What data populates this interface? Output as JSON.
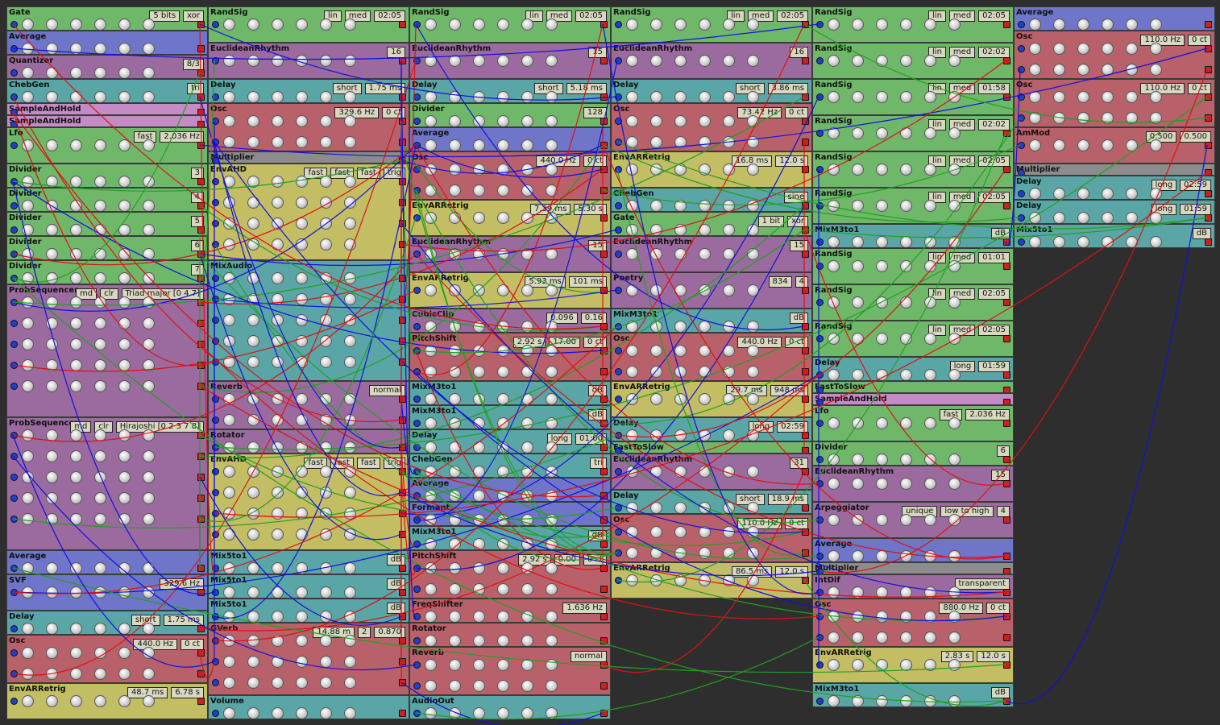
{
  "colors": {
    "green": "#6fb86a",
    "blue": "#6f76c9",
    "purple": "#9b6b9f",
    "teal": "#5aa6a6",
    "olive": "#c3bd63",
    "red": "#b8616a",
    "gray": "#8c8c8c",
    "pink": "#c48bc6",
    "cable_red": "#e01010",
    "cable_blue": "#1010e0",
    "cable_green": "#20a020"
  },
  "columns": [
    {
      "modules": [
        {
          "title": "Gate",
          "color": "green",
          "h": 30,
          "vals": [
            "5 bits",
            "xor"
          ]
        },
        {
          "title": "Average",
          "color": "blue",
          "h": 30,
          "vals": []
        },
        {
          "title": "Quantizer",
          "color": "purple",
          "h": 30,
          "vals": [
            "8/3"
          ]
        },
        {
          "title": "ChebGen",
          "color": "teal",
          "h": 30,
          "vals": [
            "tri"
          ]
        },
        {
          "title": "SampleAndHold",
          "color": "pink",
          "h": 15,
          "vals": []
        },
        {
          "title": "SampleAndHold",
          "color": "pink",
          "h": 15,
          "vals": []
        },
        {
          "title": "Lfo",
          "color": "green",
          "h": 45,
          "vals": [
            "fast",
            "2.036 Hz"
          ]
        },
        {
          "title": "Divider",
          "color": "green",
          "h": 30,
          "vals": [
            "3"
          ]
        },
        {
          "title": "Divider",
          "color": "green",
          "h": 30,
          "vals": [
            "4"
          ]
        },
        {
          "title": "Divider",
          "color": "green",
          "h": 30,
          "vals": [
            "5"
          ]
        },
        {
          "title": "Divider",
          "color": "green",
          "h": 30,
          "vals": [
            "6"
          ]
        },
        {
          "title": "Divider",
          "color": "green",
          "h": 30,
          "vals": [
            "7"
          ]
        },
        {
          "title": "ProbSequencer",
          "color": "purple",
          "h": 165,
          "vals": [
            "md",
            "clr",
            "Triad major [0 4 7]"
          ]
        },
        {
          "title": "ProbSequencer",
          "color": "purple",
          "h": 165,
          "vals": [
            "md",
            "clr",
            "Hirajoshi [0 2 3 7 8]"
          ]
        },
        {
          "title": "Average",
          "color": "blue",
          "h": 30,
          "vals": []
        },
        {
          "title": "SVF",
          "color": "blue",
          "h": 45,
          "vals": [
            "329.6 Hz"
          ]
        },
        {
          "title": "Delay",
          "color": "teal",
          "h": 30,
          "vals": [
            "short",
            "1.75 ms"
          ]
        },
        {
          "title": "Osc",
          "color": "red",
          "h": 60,
          "vals": [
            "440.0 Hz",
            "0 ct"
          ]
        },
        {
          "title": "EnvARRetrig",
          "color": "olive",
          "h": 45,
          "vals": [
            "48.7 ms",
            "6.78 s"
          ]
        }
      ]
    },
    {
      "modules": [
        {
          "title": "RandSig",
          "color": "green",
          "h": 45,
          "vals": [
            "lin",
            "med",
            "02:05"
          ]
        },
        {
          "title": "EuclideanRhythm",
          "color": "purple",
          "h": 45,
          "vals": [
            "16"
          ]
        },
        {
          "title": "Delay",
          "color": "teal",
          "h": 30,
          "vals": [
            "short",
            "1.75 ms"
          ]
        },
        {
          "title": "Osc",
          "color": "red",
          "h": 60,
          "vals": [
            "329.6 Hz",
            "0 ct"
          ]
        },
        {
          "title": "Multiplier",
          "color": "gray",
          "h": 15,
          "vals": []
        },
        {
          "title": "EnvAHD",
          "color": "olive",
          "h": 120,
          "vals": [
            "fast",
            "fast",
            "fast",
            "trig"
          ]
        },
        {
          "title": "MixAudio",
          "color": "teal",
          "h": 150,
          "vals": []
        },
        {
          "title": "Reverb",
          "color": "purple",
          "h": 60,
          "vals": [
            "normal"
          ]
        },
        {
          "title": "Rotator",
          "color": "purple",
          "h": 30,
          "vals": []
        },
        {
          "title": "EnvAHD",
          "color": "olive",
          "h": 120,
          "vals": [
            "fast",
            "fast",
            "fast",
            "trig"
          ]
        },
        {
          "title": "Mix5to1",
          "color": "teal",
          "h": 30,
          "vals": [
            "dB"
          ]
        },
        {
          "title": "Mix5to1",
          "color": "teal",
          "h": 30,
          "vals": [
            "dB"
          ]
        },
        {
          "title": "Mix5to1",
          "color": "teal",
          "h": 30,
          "vals": [
            "dB"
          ]
        },
        {
          "title": "GVerb",
          "color": "red",
          "h": 90,
          "vals": [
            "14.88 m",
            "2",
            "0.870"
          ]
        },
        {
          "title": "Volume",
          "color": "teal",
          "h": 30,
          "vals": []
        }
      ]
    },
    {
      "modules": [
        {
          "title": "RandSig",
          "color": "green",
          "h": 45,
          "vals": [
            "lin",
            "med",
            "02:05"
          ]
        },
        {
          "title": "EuclideanRhythm",
          "color": "purple",
          "h": 45,
          "vals": [
            "15"
          ]
        },
        {
          "title": "Delay",
          "color": "teal",
          "h": 30,
          "vals": [
            "short",
            "5.18 ms"
          ]
        },
        {
          "title": "Divider",
          "color": "green",
          "h": 30,
          "vals": [
            "128"
          ]
        },
        {
          "title": "Average",
          "color": "blue",
          "h": 30,
          "vals": []
        },
        {
          "title": "Osc",
          "color": "red",
          "h": 60,
          "vals": [
            "440.0 Hz",
            "0 ct"
          ]
        },
        {
          "title": "EnvARRetrig",
          "color": "olive",
          "h": 45,
          "vals": [
            "7.39 ms",
            "5.30 s"
          ]
        },
        {
          "title": "EuclideanRhythm",
          "color": "purple",
          "h": 45,
          "vals": [
            "15"
          ]
        },
        {
          "title": "EnvARRetrig",
          "color": "olive",
          "h": 45,
          "vals": [
            "5.93 ms",
            "101 ms"
          ]
        },
        {
          "title": "CubicClip",
          "color": "purple",
          "h": 30,
          "vals": [
            "0.096",
            "0.16"
          ]
        },
        {
          "title": "PitchShift",
          "color": "red",
          "h": 60,
          "vals": [
            "2.92 s",
            "17.00",
            "0 ct"
          ]
        },
        {
          "title": "MixM3to1",
          "color": "teal",
          "h": 30,
          "vals": [
            "dB"
          ]
        },
        {
          "title": "MixM3to1",
          "color": "teal",
          "h": 30,
          "vals": [
            "dB"
          ]
        },
        {
          "title": "Delay",
          "color": "teal",
          "h": 30,
          "vals": [
            "long",
            "01:00"
          ]
        },
        {
          "title": "ChebGen",
          "color": "teal",
          "h": 30,
          "vals": [
            "tri"
          ]
        },
        {
          "title": "Average",
          "color": "blue",
          "h": 30,
          "vals": []
        },
        {
          "title": "Formant",
          "color": "blue",
          "h": 30,
          "vals": []
        },
        {
          "title": "MixM3to1",
          "color": "teal",
          "h": 30,
          "vals": [
            "dB"
          ]
        },
        {
          "title": "PitchShift",
          "color": "red",
          "h": 60,
          "vals": [
            "2.92 s",
            "0.00",
            "0 ct"
          ]
        },
        {
          "title": "FreqShifter",
          "color": "red",
          "h": 30,
          "vals": [
            "1.636 Hz"
          ]
        },
        {
          "title": "Rotator",
          "color": "red",
          "h": 30,
          "vals": []
        },
        {
          "title": "Reverb",
          "color": "red",
          "h": 60,
          "vals": [
            "normal"
          ]
        },
        {
          "title": "AudioOut",
          "color": "teal",
          "h": 30,
          "vals": []
        }
      ]
    },
    {
      "modules": [
        {
          "title": "RandSig",
          "color": "green",
          "h": 45,
          "vals": [
            "lin",
            "med",
            "02:05"
          ]
        },
        {
          "title": "EuclideanRhythm",
          "color": "purple",
          "h": 45,
          "vals": [
            "16"
          ]
        },
        {
          "title": "Delay",
          "color": "teal",
          "h": 30,
          "vals": [
            "short",
            "3.86 ms"
          ]
        },
        {
          "title": "Osc",
          "color": "red",
          "h": 60,
          "vals": [
            "73.42 Hz",
            "0 ct"
          ]
        },
        {
          "title": "EnvARRetrig",
          "color": "olive",
          "h": 45,
          "vals": [
            "16.8 ms",
            "12.0 s"
          ]
        },
        {
          "title": "ChebGen",
          "color": "teal",
          "h": 30,
          "vals": [
            "sine"
          ]
        },
        {
          "title": "Gate",
          "color": "green",
          "h": 30,
          "vals": [
            "1 bit",
            "xor"
          ]
        },
        {
          "title": "EuclideanRhythm",
          "color": "purple",
          "h": 45,
          "vals": [
            "15"
          ]
        },
        {
          "title": "Poetry",
          "color": "purple",
          "h": 45,
          "vals": [
            "834",
            "4"
          ]
        },
        {
          "title": "MixM3to1",
          "color": "teal",
          "h": 30,
          "vals": [
            "dB"
          ]
        },
        {
          "title": "Osc",
          "color": "red",
          "h": 60,
          "vals": [
            "440.0 Hz",
            "0 ct"
          ]
        },
        {
          "title": "EnvARRetrig",
          "color": "olive",
          "h": 45,
          "vals": [
            "29.7 ms",
            "948 ms"
          ]
        },
        {
          "title": "Delay",
          "color": "teal",
          "h": 30,
          "vals": [
            "long",
            "02:59"
          ]
        },
        {
          "title": "FastToSlow",
          "color": "green",
          "h": 15,
          "vals": []
        },
        {
          "title": "EuclideanRhythm",
          "color": "purple",
          "h": 45,
          "vals": [
            "31"
          ]
        },
        {
          "title": "Delay",
          "color": "teal",
          "h": 30,
          "vals": [
            "short",
            "18.9 ms"
          ]
        },
        {
          "title": "Osc",
          "color": "red",
          "h": 60,
          "vals": [
            "110.0 Hz",
            "0 ct"
          ]
        },
        {
          "title": "EnvARRetrig",
          "color": "olive",
          "h": 45,
          "vals": [
            "86.5 ms",
            "12.0 s"
          ]
        }
      ]
    },
    {
      "modules": [
        {
          "title": "RandSig",
          "color": "green",
          "h": 45,
          "vals": [
            "lin",
            "med",
            "02:05"
          ]
        },
        {
          "title": "RandSig",
          "color": "green",
          "h": 45,
          "vals": [
            "lin",
            "med",
            "02:02"
          ]
        },
        {
          "title": "RandSig",
          "color": "green",
          "h": 45,
          "vals": [
            "lin",
            "med",
            "01:58"
          ]
        },
        {
          "title": "RandSig",
          "color": "green",
          "h": 45,
          "vals": [
            "lin",
            "med",
            "02:02"
          ]
        },
        {
          "title": "RandSig",
          "color": "green",
          "h": 45,
          "vals": [
            "lin",
            "med",
            "02:05"
          ]
        },
        {
          "title": "RandSig",
          "color": "green",
          "h": 45,
          "vals": [
            "lin",
            "med",
            "02:05"
          ]
        },
        {
          "title": "MixM3to1",
          "color": "teal",
          "h": 30,
          "vals": [
            "dB"
          ]
        },
        {
          "title": "RandSig",
          "color": "green",
          "h": 45,
          "vals": [
            "lin",
            "med",
            "01:01"
          ]
        },
        {
          "title": "RandSig",
          "color": "green",
          "h": 45,
          "vals": [
            "lin",
            "med",
            "02:05"
          ]
        },
        {
          "title": "RandSig",
          "color": "green",
          "h": 45,
          "vals": [
            "lin",
            "med",
            "02:05"
          ]
        },
        {
          "title": "Delay",
          "color": "teal",
          "h": 30,
          "vals": [
            "long",
            "01:59"
          ]
        },
        {
          "title": "FastToSlow",
          "color": "green",
          "h": 15,
          "vals": []
        },
        {
          "title": "SampleAndHold",
          "color": "pink",
          "h": 15,
          "vals": []
        },
        {
          "title": "Lfo",
          "color": "green",
          "h": 45,
          "vals": [
            "fast",
            "2.036 Hz"
          ]
        },
        {
          "title": "Divider",
          "color": "green",
          "h": 30,
          "vals": [
            "6"
          ]
        },
        {
          "title": "EuclideanRhythm",
          "color": "purple",
          "h": 45,
          "vals": [
            "15"
          ]
        },
        {
          "title": "Arpeggiator",
          "color": "purple",
          "h": 45,
          "vals": [
            "unique",
            "low to high",
            "4"
          ]
        },
        {
          "title": "Average",
          "color": "blue",
          "h": 30,
          "vals": []
        },
        {
          "title": "Multiplier",
          "color": "gray",
          "h": 15,
          "vals": []
        },
        {
          "title": "IntDif",
          "color": "purple",
          "h": 30,
          "vals": [
            "transparent"
          ]
        },
        {
          "title": "Osc",
          "color": "red",
          "h": 60,
          "vals": [
            "880.0 Hz",
            "0 ct"
          ]
        },
        {
          "title": "EnvARRetrig",
          "color": "olive",
          "h": 45,
          "vals": [
            "2.83 s",
            "12.0 s"
          ]
        },
        {
          "title": "MixM3to1",
          "color": "teal",
          "h": 30,
          "vals": [
            "dB"
          ]
        }
      ]
    },
    {
      "modules": [
        {
          "title": "Average",
          "color": "blue",
          "h": 30,
          "vals": []
        },
        {
          "title": "Osc",
          "color": "red",
          "h": 60,
          "vals": [
            "110.0 Hz",
            "0 ct"
          ]
        },
        {
          "title": "Osc",
          "color": "red",
          "h": 60,
          "vals": [
            "110.0 Hz",
            "0 ct"
          ]
        },
        {
          "title": "AmMod",
          "color": "red",
          "h": 45,
          "vals": [
            "0.500",
            "0.500"
          ]
        },
        {
          "title": "Multiplier",
          "color": "gray",
          "h": 15,
          "vals": []
        },
        {
          "title": "Delay",
          "color": "teal",
          "h": 30,
          "vals": [
            "long",
            "02:59"
          ]
        },
        {
          "title": "Delay",
          "color": "teal",
          "h": 30,
          "vals": [
            "long",
            "01:59"
          ]
        },
        {
          "title": "Mix5to1",
          "color": "teal",
          "h": 30,
          "vals": [
            "dB"
          ]
        }
      ]
    }
  ]
}
